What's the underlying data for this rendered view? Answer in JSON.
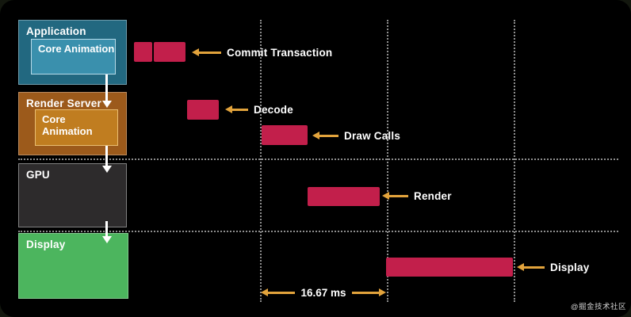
{
  "layers": [
    {
      "label": "Application",
      "inner_label": "Core Animation"
    },
    {
      "label": "Render Server",
      "inner_label": "Core Animation"
    },
    {
      "label": "GPU"
    },
    {
      "label": "Display"
    }
  ],
  "phases": [
    {
      "label": "Commit Transaction"
    },
    {
      "label": "Decode"
    },
    {
      "label": "Draw Calls"
    },
    {
      "label": "Render"
    },
    {
      "label": "Display"
    }
  ],
  "frame_interval": {
    "label": "16.67 ms"
  },
  "watermark": "@掘金技术社区",
  "colors": {
    "bar_red": "#c21f4b",
    "arrow_gold": "#e2a33c",
    "app_teal": "#226880",
    "app_teal_inner": "#3a90ad",
    "render_orange": "#9c5a1b",
    "render_orange_inner": "#c07d20",
    "gpu_gray": "#2d2b2c",
    "display_green": "#4cb55e",
    "grid_gray": "#bdbdbd",
    "text_white": "#ffffff"
  }
}
